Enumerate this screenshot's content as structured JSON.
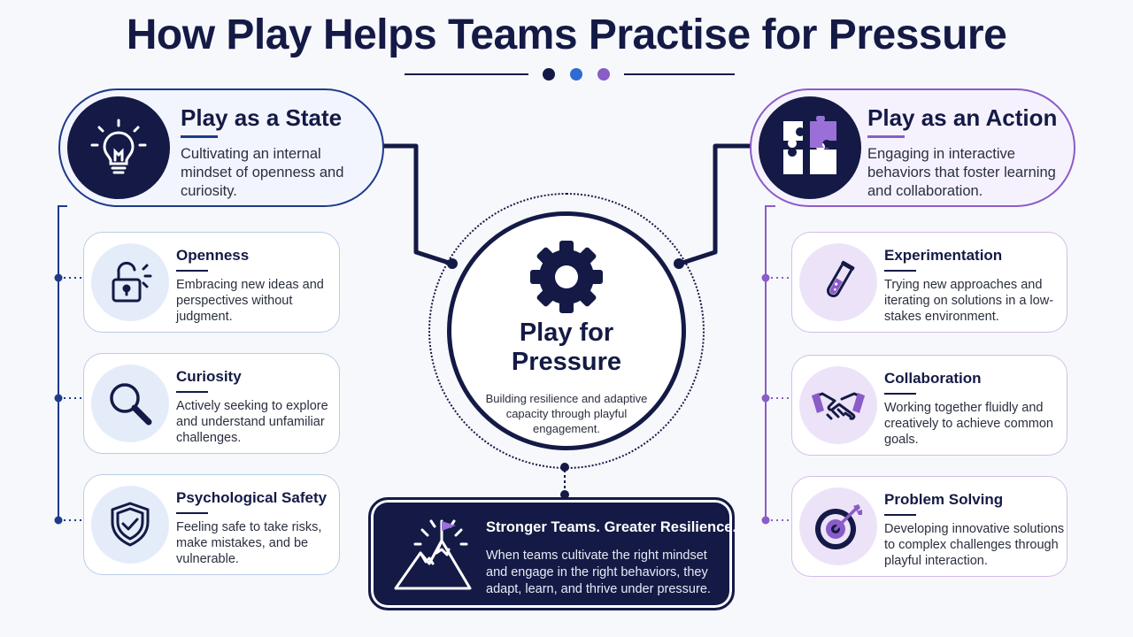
{
  "title": "How Play Helps Teams Practise for Pressure",
  "colors": {
    "navy": "#141a45",
    "blue": "#1e3a8a",
    "mid_blue": "#2f6bd0",
    "purple": "#8a5cc8"
  },
  "left": {
    "header": {
      "icon": "lightbulb-icon",
      "title": "Play as a State",
      "description": "Cultivating an internal mindset of openness and curiosity."
    },
    "items": [
      {
        "icon": "unlocked-padlock-icon",
        "title": "Openness",
        "description": "Embracing new ideas and perspectives without judgment."
      },
      {
        "icon": "magnifying-glass-icon",
        "title": "Curiosity",
        "description": "Actively seeking to explore and understand unfamiliar challenges."
      },
      {
        "icon": "shield-check-icon",
        "title": "Psychological Safety",
        "description": "Feeling safe to take risks, make mistakes, and be vulnerable."
      }
    ]
  },
  "right": {
    "header": {
      "icon": "puzzle-pieces-icon",
      "title": "Play as an Action",
      "description": "Engaging in interactive behaviors that foster learning and collaboration."
    },
    "items": [
      {
        "icon": "test-tube-icon",
        "title": "Experimentation",
        "description": "Trying new approaches and iterating on solutions in a low-stakes environment."
      },
      {
        "icon": "handshake-icon",
        "title": "Collaboration",
        "description": "Working together fluidly and creatively to achieve common goals."
      },
      {
        "icon": "target-arrow-icon",
        "title": "Problem Solving",
        "description": "Developing innovative solutions to complex challenges through playful interaction."
      }
    ]
  },
  "center": {
    "icon": "gear-icon",
    "title_line1": "Play for",
    "title_line2": "Pressure",
    "description": "Building resilience and adaptive capacity through playful engagement."
  },
  "outcome": {
    "icon": "mountain-flag-icon",
    "title": "Stronger Teams. Greater Resilience.",
    "description": "When teams cultivate the right mindset and engage in the right behaviors, they adapt, learn, and thrive under pressure."
  }
}
